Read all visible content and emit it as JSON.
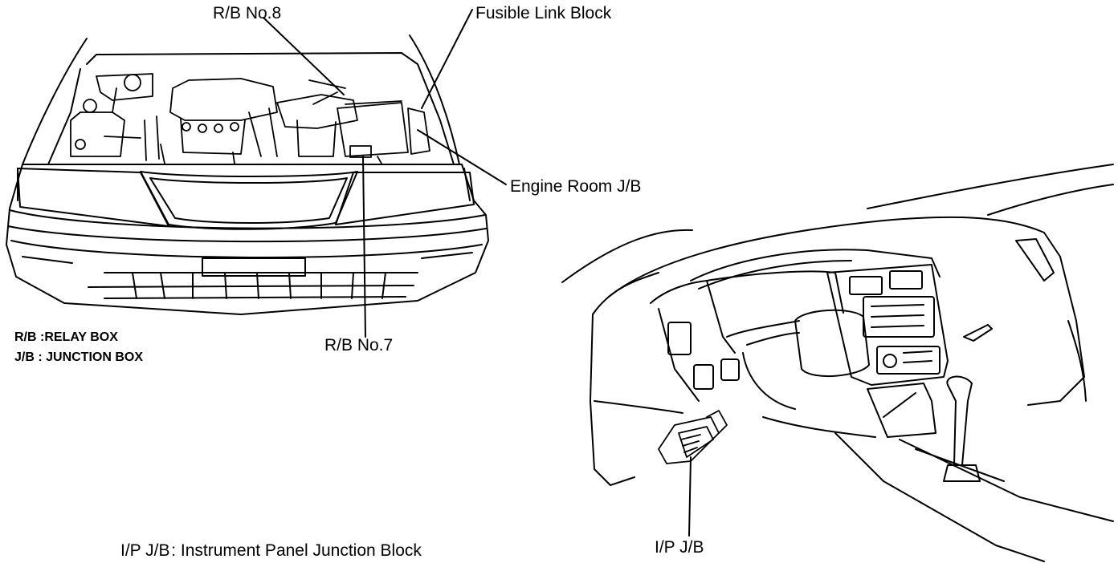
{
  "callouts": {
    "rb_no8": "R/B No.8",
    "fusible_link_block": "Fusible Link Block",
    "engine_room_jb": "Engine Room J/B",
    "rb_no7": "R/B No.7",
    "ip_jb": "I/P J/B"
  },
  "legend": {
    "relay_box": "R/B :RELAY BOX",
    "junction_box": "J/B : JUNCTION BOX"
  },
  "footnote": "I/P J/B : Instrument Panel Junction Block"
}
